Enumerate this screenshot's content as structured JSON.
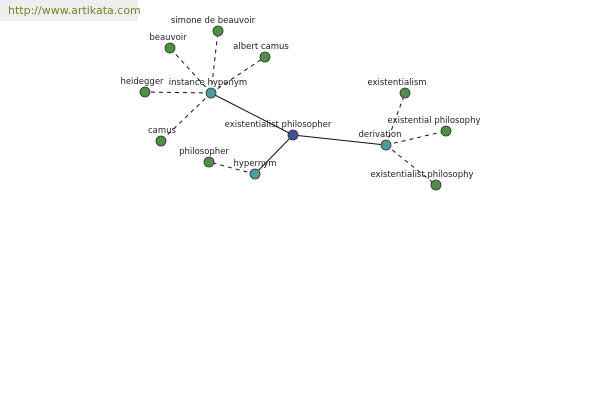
{
  "header": {
    "url": "http://www.artikata.com"
  },
  "colors": {
    "center": "#3f4f9a",
    "relation": "#4f9a9a",
    "term": "#4f8f45"
  },
  "nodes": [
    {
      "id": "center",
      "label": "existentialist philosopher",
      "kind": "center"
    },
    {
      "id": "inst",
      "label": "instance hyponym",
      "kind": "relation"
    },
    {
      "id": "hyper",
      "label": "hypernym",
      "kind": "relation"
    },
    {
      "id": "deriv",
      "label": "derivation",
      "kind": "relation"
    },
    {
      "id": "beauvoir",
      "label": "beauvoir",
      "kind": "term"
    },
    {
      "id": "simone",
      "label": "simone de beauvoir",
      "kind": "term"
    },
    {
      "id": "camus2",
      "label": "albert camus",
      "kind": "term"
    },
    {
      "id": "heidegger",
      "label": "heidegger",
      "kind": "term"
    },
    {
      "id": "camus",
      "label": "camus",
      "kind": "term"
    },
    {
      "id": "philosopher",
      "label": "philosopher",
      "kind": "term"
    },
    {
      "id": "existentialism",
      "label": "existentialism",
      "kind": "term"
    },
    {
      "id": "exphil",
      "label": "existential philosophy",
      "kind": "term"
    },
    {
      "id": "existphil",
      "label": "existentialist philosophy",
      "kind": "term"
    }
  ],
  "edges": [
    {
      "from": "center",
      "to": "inst",
      "style": "solid"
    },
    {
      "from": "center",
      "to": "hyper",
      "style": "solid"
    },
    {
      "from": "center",
      "to": "deriv",
      "style": "solid"
    },
    {
      "from": "inst",
      "to": "beauvoir",
      "style": "dashed"
    },
    {
      "from": "inst",
      "to": "simone",
      "style": "dashed"
    },
    {
      "from": "inst",
      "to": "camus2",
      "style": "dashed"
    },
    {
      "from": "inst",
      "to": "heidegger",
      "style": "dashed"
    },
    {
      "from": "inst",
      "to": "camus",
      "style": "dashed"
    },
    {
      "from": "hyper",
      "to": "philosopher",
      "style": "dashed"
    },
    {
      "from": "deriv",
      "to": "existentialism",
      "style": "dashed"
    },
    {
      "from": "deriv",
      "to": "exphil",
      "style": "dashed"
    },
    {
      "from": "deriv",
      "to": "existphil",
      "style": "dashed"
    }
  ]
}
